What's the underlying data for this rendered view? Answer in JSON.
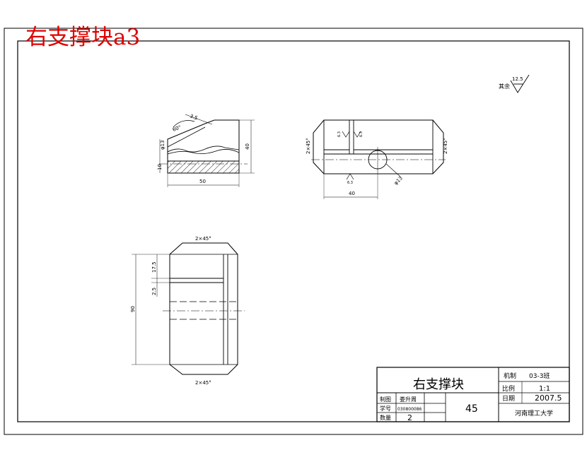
{
  "overlay_title": "右支撑块a3",
  "surface_finish": {
    "label": "其余",
    "value": "12.5"
  },
  "side_view": {
    "angle": "60°",
    "chamfer": "3.5",
    "hole_dia": "φ13",
    "height_10": "10",
    "height_40": "40",
    "width_50": "50"
  },
  "top_view": {
    "chamfer_left": "2×45°",
    "chamfer_right": "2×45°",
    "roughness_marks": [
      "6.3",
      "6.3",
      "6.3"
    ],
    "hole_dia": "φ13",
    "width_40": "40"
  },
  "front_view": {
    "chamfer_top": "2×45°",
    "chamfer_bottom": "2×45°",
    "dim_17_5": "17.5",
    "dim_2_5": "2.5",
    "height_90": "90"
  },
  "title_block": {
    "part_name": "右支撑块",
    "class_label": "机制",
    "class_value": "03-3班",
    "scale_label": "比例",
    "scale_value": "1:1",
    "date_label": "日期",
    "date_value": "2007.5",
    "drawn_label": "制图",
    "drawn_value": "娄升周",
    "id_label": "学号",
    "id_value": "030800086",
    "qty_label": "数量",
    "qty_value": "2",
    "material": "45",
    "school": "河南理工大学"
  }
}
